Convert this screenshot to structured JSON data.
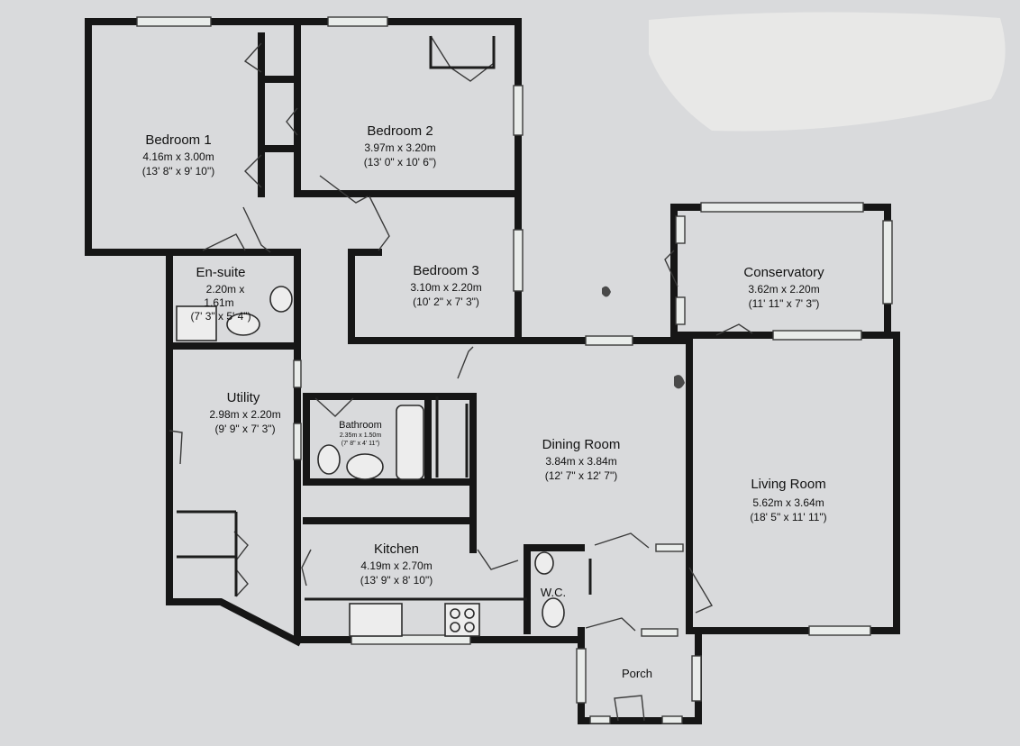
{
  "rooms": {
    "bedroom1": {
      "name": "Bedroom 1",
      "metric": "4.16m x 3.00m",
      "imperial": "(13' 8\" x 9' 10\")"
    },
    "bedroom2": {
      "name": "Bedroom 2",
      "metric": "3.97m x 3.20m",
      "imperial": "(13' 0\" x 10' 6\")"
    },
    "bedroom3": {
      "name": "Bedroom 3",
      "metric": "3.10m x 2.20m",
      "imperial": "(10' 2\" x 7' 3\")"
    },
    "ensuite": {
      "name": "En-suite",
      "metric": "2.20m x",
      "metric2": "1.61m",
      "imperial": "(7' 3\" x 5' 4\")"
    },
    "utility": {
      "name": "Utility",
      "metric": "2.98m x 2.20m",
      "imperial": "(9' 9\" x 7' 3\")"
    },
    "bathroom": {
      "name": "Bathroom",
      "metric": "2.35m x 1.50m",
      "imperial": "(7' 8\" x 4' 11\")"
    },
    "conservatory": {
      "name": "Conservatory",
      "metric": "3.62m x 2.20m",
      "imperial": "(11' 11\" x 7' 3\")"
    },
    "dining": {
      "name": "Dining Room",
      "metric": "3.84m x 3.84m",
      "imperial": "(12' 7\" x 12' 7\")"
    },
    "living": {
      "name": "Living Room",
      "metric": "5.62m x 3.64m",
      "imperial": "(18' 5\" x 11' 11\")"
    },
    "kitchen": {
      "name": "Kitchen",
      "metric": "4.19m x 2.70m",
      "imperial": "(13' 9\" x 8' 10\")"
    },
    "wc": {
      "name": "W.C."
    },
    "porch": {
      "name": "Porch"
    }
  }
}
